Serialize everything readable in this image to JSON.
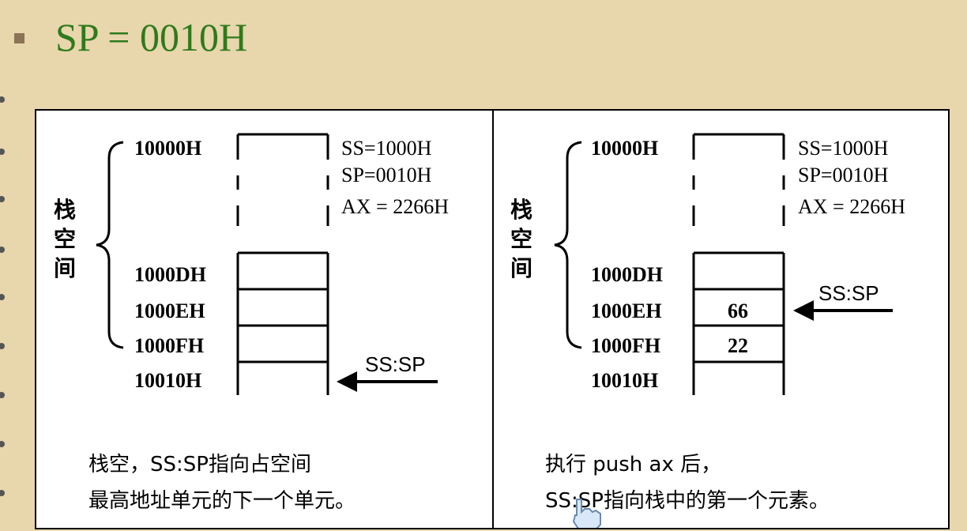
{
  "heading": {
    "text": "SP = 0010H"
  },
  "panels": [
    {
      "addresses": [
        "10000H",
        "1000DH",
        "1000EH",
        "1000FH",
        "10010H"
      ],
      "registers": [
        "SS=1000H",
        "SP=0010H",
        "AX = 2266H"
      ],
      "stack_label": [
        "栈",
        "空",
        "间"
      ],
      "cells": [
        "",
        "",
        ""
      ],
      "pointer": "SS:SP",
      "caption": [
        "栈空，SS:SP指向占空间",
        "最高地址单元的下一个单元。"
      ]
    },
    {
      "addresses": [
        "10000H",
        "1000DH",
        "1000EH",
        "1000FH",
        "10010H"
      ],
      "registers": [
        "SS=1000H",
        "SP=0010H",
        "AX = 2266H"
      ],
      "stack_label": [
        "栈",
        "空",
        "间"
      ],
      "cells": [
        "",
        "66",
        "22"
      ],
      "pointer": "SS:SP",
      "caption": [
        "执行 push ax 后，",
        "SS:SP指向栈中的第一个元素。"
      ]
    }
  ],
  "colors": {
    "background": "#e8d6ac",
    "heading": "#2f7a1c",
    "bullet": "#8b7357"
  }
}
